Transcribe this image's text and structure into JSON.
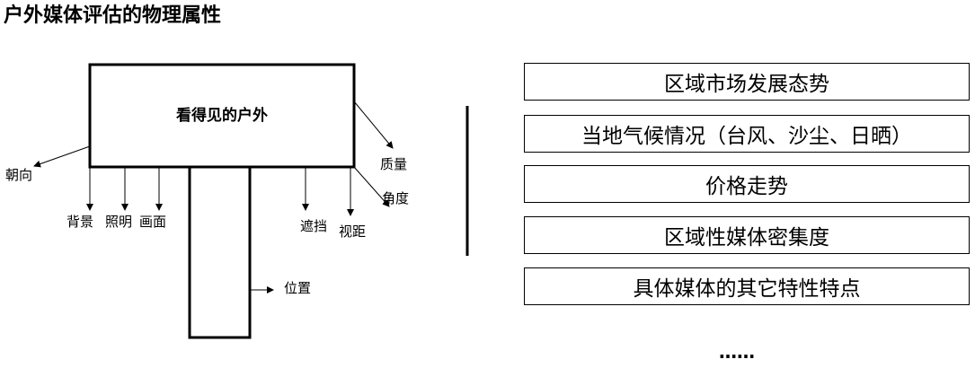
{
  "title": "户外媒体评估的物理属性",
  "billboard": {
    "label": "看得见的户外",
    "annotations": {
      "orientation": "朝向",
      "background": "背景",
      "lighting": "照明",
      "picture": "画面",
      "quality": "质量",
      "angle": "角度",
      "obstruction": "遮挡",
      "viewing_distance": "视距",
      "location": "位置"
    }
  },
  "factors": [
    "区域市场发展态势",
    "当地气候情况（台风、沙尘、日晒）",
    "价格走势",
    "区域性媒体密集度",
    "具体媒体的其它特性特点"
  ],
  "more": "……"
}
